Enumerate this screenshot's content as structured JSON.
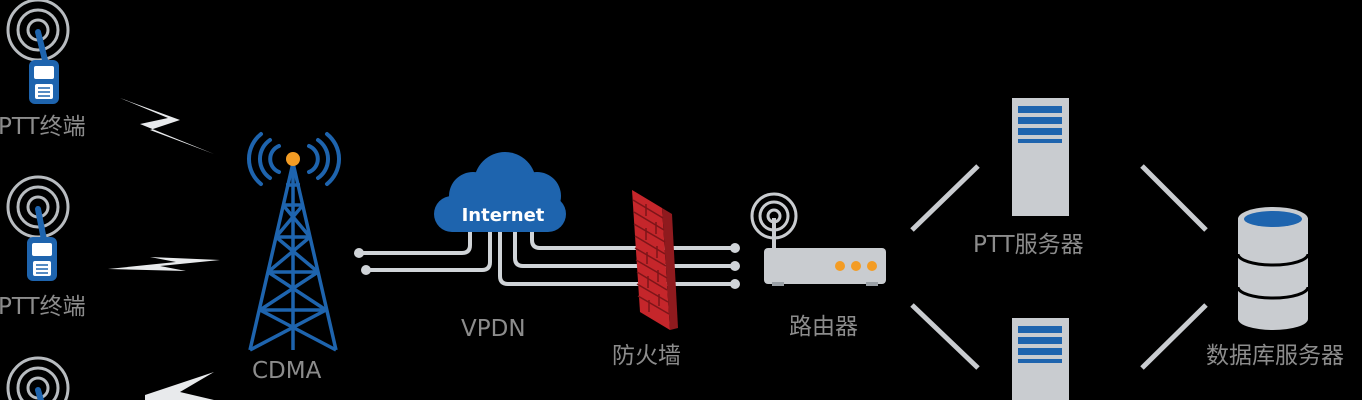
{
  "labels": {
    "terminal": "PTT终端",
    "cdma": "CDMA",
    "vpdn": "VPDN",
    "firewall": "防火墙",
    "router": "路由器",
    "ptt_server": "PTT服务器",
    "db_server": "数据库服务器",
    "internet": "Internet"
  },
  "colors": {
    "background": "#000000",
    "blue": "#1e64ae",
    "blue_light": "#3d8fd6",
    "orange": "#f39c24",
    "grey_device": "#c9ccd0",
    "line": "#d0d4d8",
    "label": "#8c8c8c",
    "firewall_red": "#c5262b"
  },
  "icons": [
    "walkie-talkie-icon",
    "lightning-icon",
    "antenna-tower-icon",
    "cloud-icon",
    "firewall-icon",
    "router-icon",
    "server-icon",
    "database-icon"
  ]
}
